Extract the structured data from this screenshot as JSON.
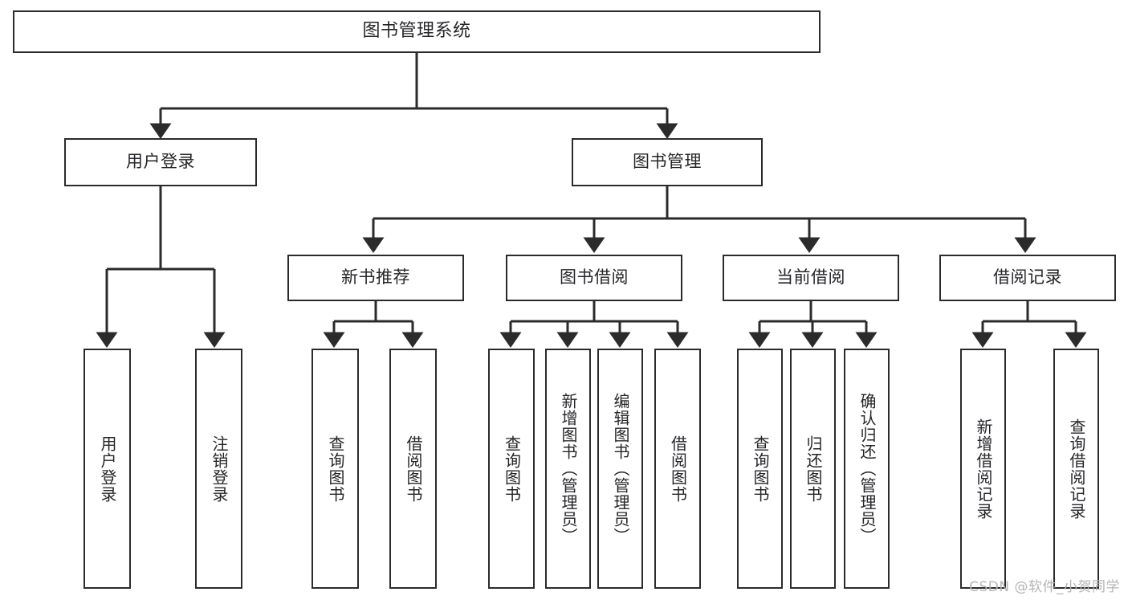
{
  "diagram": {
    "type": "tree-hierarchy-chart",
    "title": "图书管理系统",
    "stroke_color": "#2b2b2b",
    "text_color": "#26262a",
    "background": "#ffffff",
    "watermark": "CSDN @软件_小贺同学",
    "levels": {
      "root": {
        "label": "图书管理系统"
      },
      "level2": [
        {
          "label": "用户登录"
        },
        {
          "label": "图书管理"
        }
      ],
      "level3": [
        {
          "label": "新书推荐"
        },
        {
          "label": "图书借阅"
        },
        {
          "label": "当前借阅"
        },
        {
          "label": "借阅记录"
        }
      ],
      "leaves": [
        {
          "label": "用户登录",
          "parent": "用户登录"
        },
        {
          "label": "注销登录",
          "parent": "用户登录"
        },
        {
          "label": "查询图书",
          "parent": "新书推荐"
        },
        {
          "label": "借阅图书",
          "parent": "新书推荐"
        },
        {
          "label": "查询图书",
          "parent": "图书借阅"
        },
        {
          "label": "新增图书（管理员）",
          "parent": "图书借阅"
        },
        {
          "label": "编辑图书（管理员）",
          "parent": "图书借阅"
        },
        {
          "label": "借阅图书",
          "parent": "图书借阅"
        },
        {
          "label": "查询图书",
          "parent": "当前借阅"
        },
        {
          "label": "归还图书",
          "parent": "当前借阅"
        },
        {
          "label": "确认归还（管理员）",
          "parent": "当前借阅"
        },
        {
          "label": "新增借阅记录",
          "parent": "借阅记录"
        },
        {
          "label": "查询借阅记录",
          "parent": "借阅记录"
        }
      ]
    }
  }
}
